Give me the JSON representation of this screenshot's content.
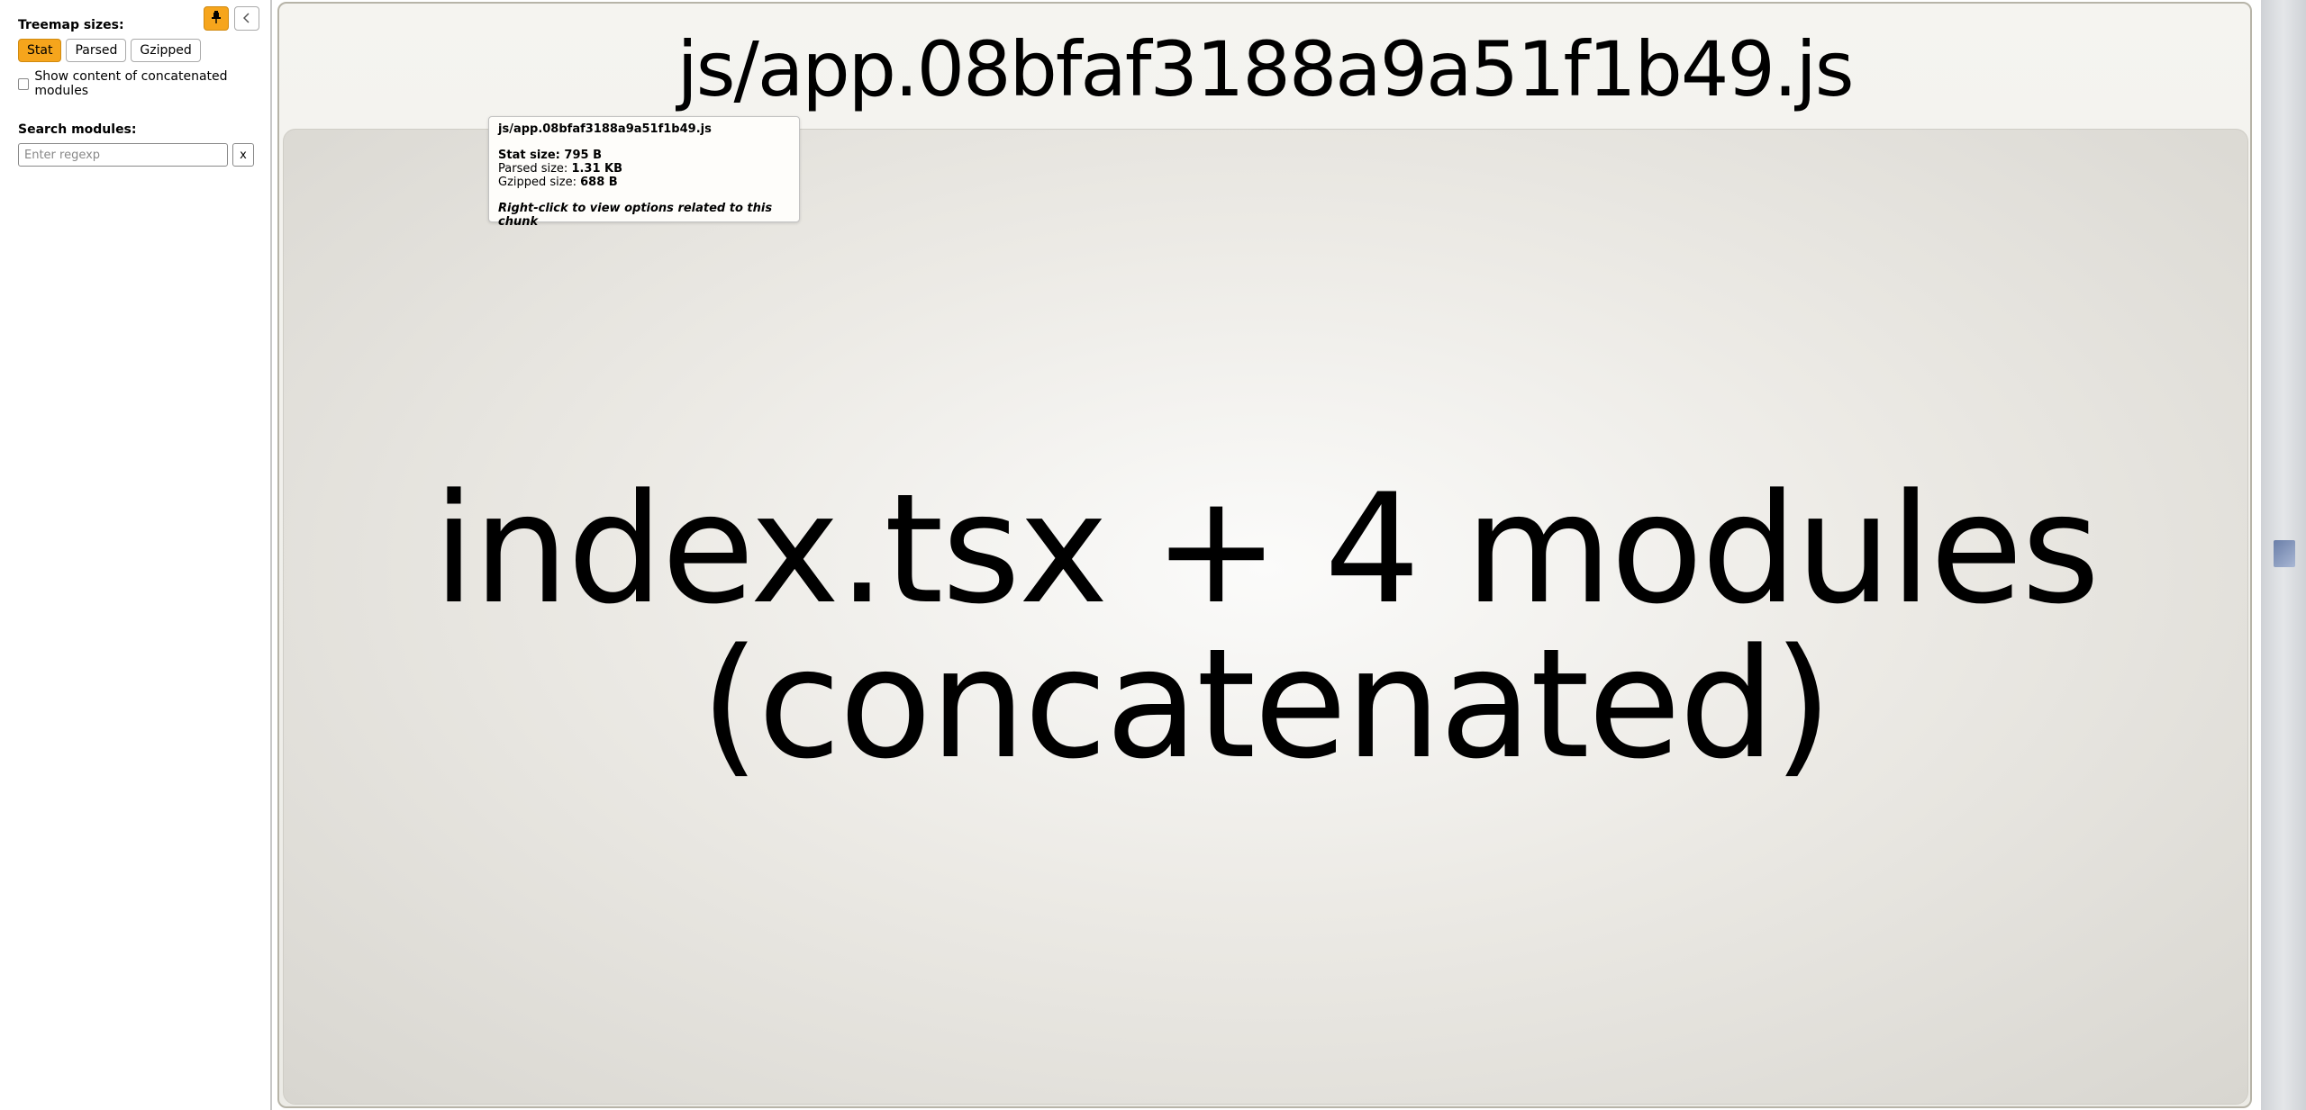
{
  "sidebar": {
    "pin_icon": "pin-icon",
    "collapse_icon": "chevron-left-icon",
    "treemap_sizes_label": "Treemap sizes:",
    "size_buttons": [
      "Stat",
      "Parsed",
      "Gzipped"
    ],
    "active_size": "Stat",
    "concat_label": "Show content of concatenated modules",
    "concat_checked": false,
    "search_label": "Search modules:",
    "search_placeholder": "Enter regexp",
    "search_value": "",
    "clear_label": "x"
  },
  "treemap": {
    "chunk_title": "js/app.08bfaf3188a9a51f1b49.js",
    "module_label_line1": "index.tsx + 4 modules",
    "module_label_line2": "(concatenated)"
  },
  "tooltip": {
    "name": "js/app.08bfaf3188a9a51f1b49.js",
    "stat_label": "Stat size:",
    "stat_value": "795 B",
    "parsed_label": "Parsed size:",
    "parsed_value": "1.31 KB",
    "gzipped_label": "Gzipped size:",
    "gzipped_value": "688 B",
    "hint": "Right-click to view options related to this chunk"
  },
  "colors": {
    "accent": "#f6a51c"
  }
}
